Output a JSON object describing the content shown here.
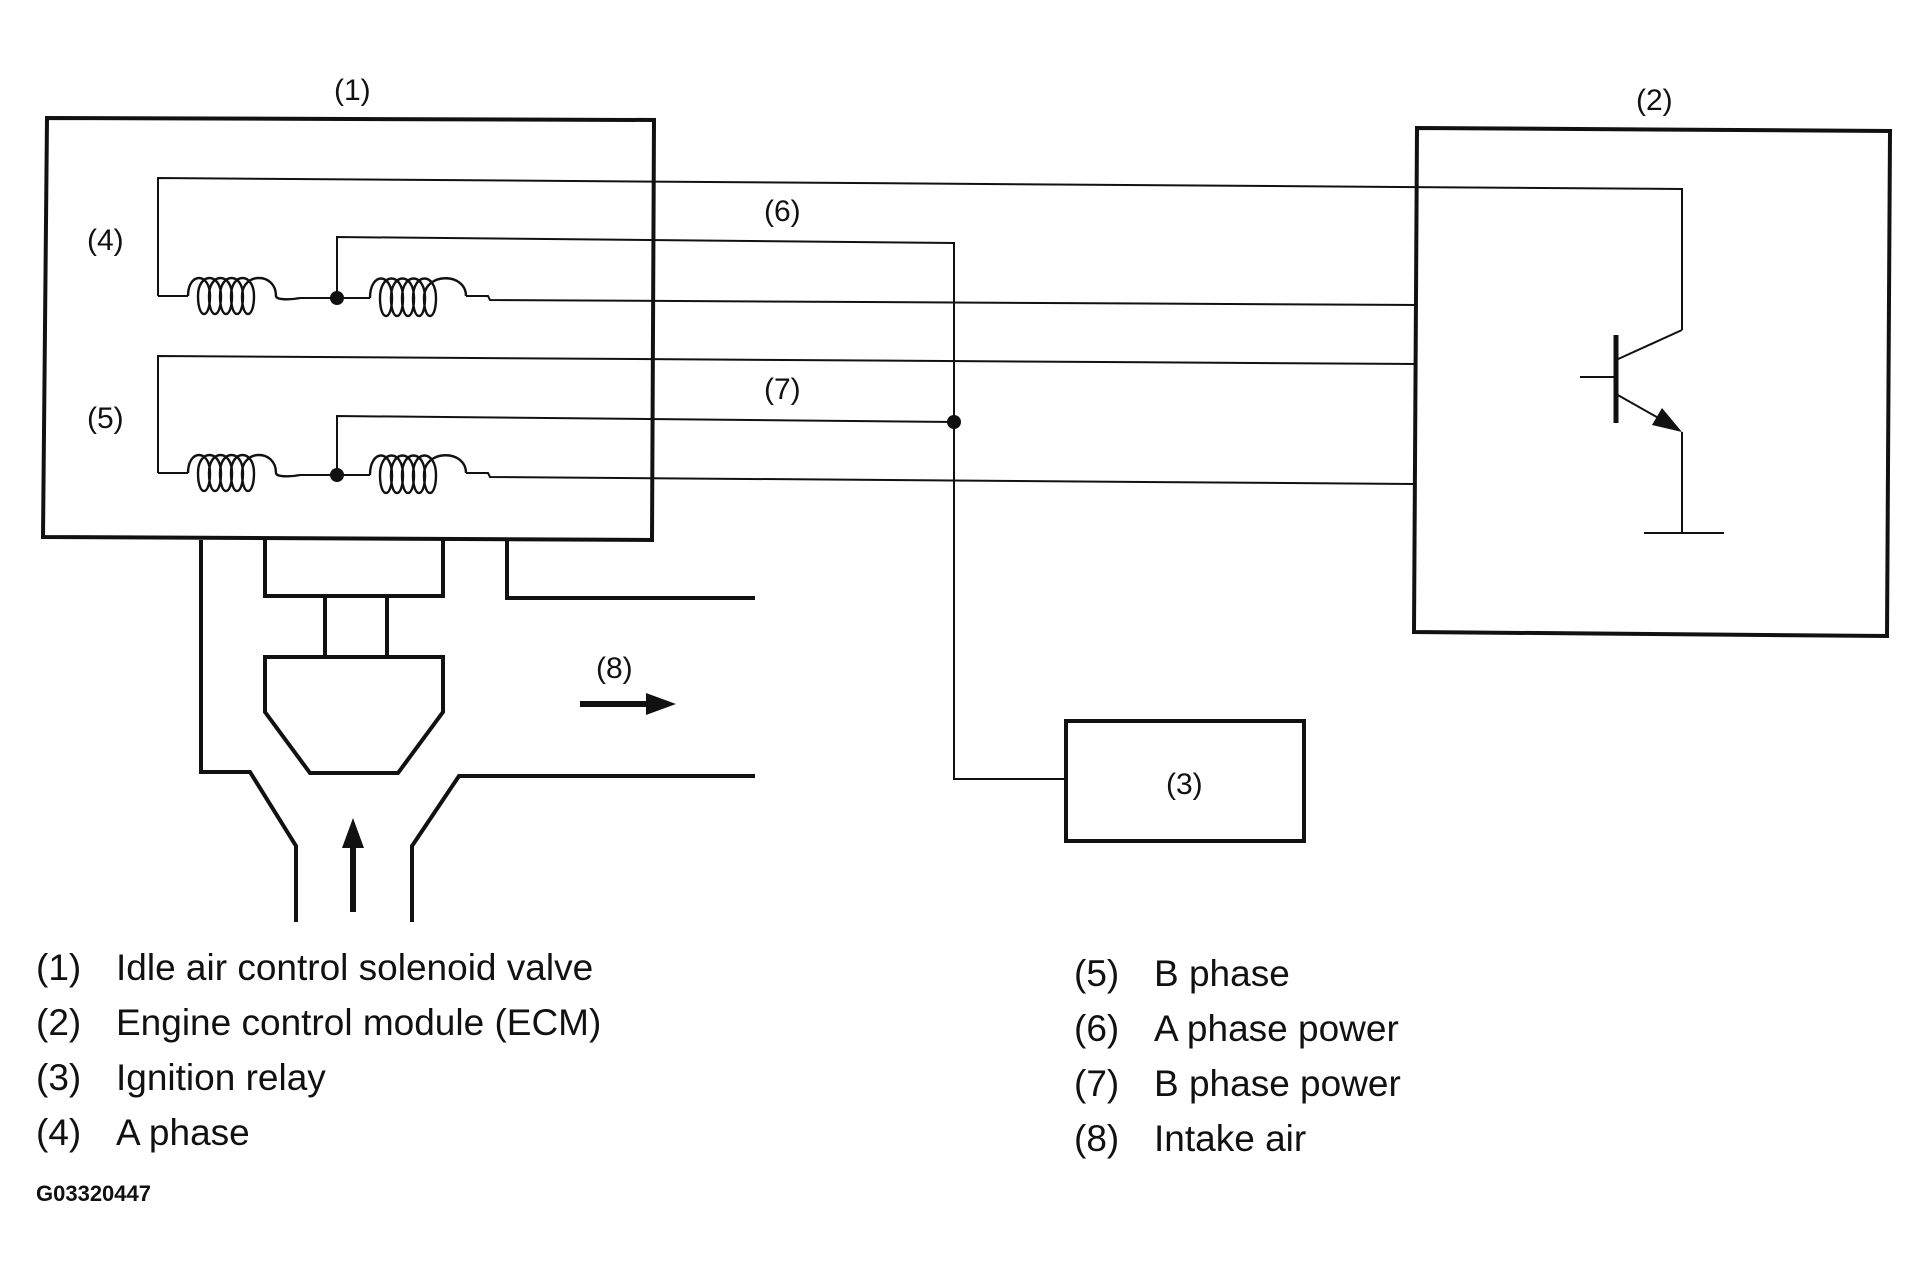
{
  "callouts": {
    "c1": "(1)",
    "c2": "(2)",
    "c3": "(3)",
    "c4": "(4)",
    "c5": "(5)",
    "c6": "(6)",
    "c7": "(7)",
    "c8": "(8)"
  },
  "legend": [
    {
      "num": "(1)",
      "text": "Idle air control solenoid valve"
    },
    {
      "num": "(2)",
      "text": "Engine control module (ECM)"
    },
    {
      "num": "(3)",
      "text": "Ignition relay"
    },
    {
      "num": "(4)",
      "text": "A phase"
    },
    {
      "num": "(5)",
      "text": "B phase"
    },
    {
      "num": "(6)",
      "text": "A phase power"
    },
    {
      "num": "(7)",
      "text": "B phase power"
    },
    {
      "num": "(8)",
      "text": "Intake air"
    }
  ],
  "figure_id": "G03320447"
}
